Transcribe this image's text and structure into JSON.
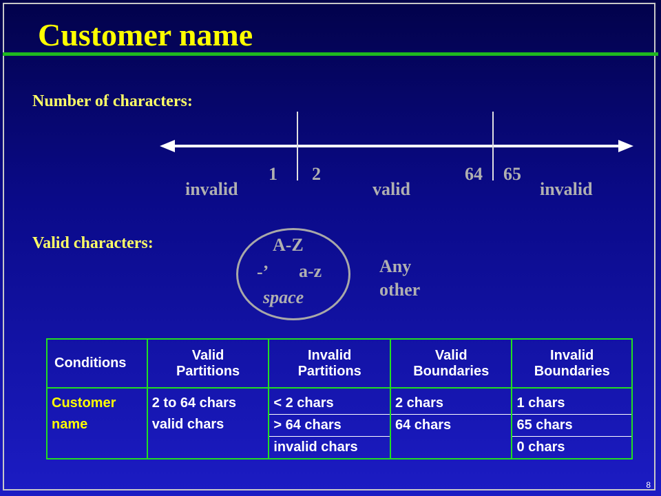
{
  "slide": {
    "title": "Customer name",
    "page_number": "8",
    "colors": {
      "title": "#ffff00",
      "label": "#ffff66",
      "grey_text": "#b0b0b0",
      "table_border": "#22dd22",
      "title_rule": "#1fb81f"
    }
  },
  "number_section": {
    "label": "Number of characters:",
    "ticks": {
      "t1": "1",
      "t2": "2",
      "t64": "64",
      "t65": "65"
    },
    "regions": {
      "left": "invalid",
      "middle": "valid",
      "right": "invalid"
    }
  },
  "valid_chars_section": {
    "label": "Valid characters:",
    "set": {
      "upper": "A-Z",
      "punct": "-’",
      "lower": "a-z",
      "space": "space"
    },
    "other": {
      "line1": "Any",
      "line2": "other"
    }
  },
  "table": {
    "headers": [
      {
        "line1": "Conditions",
        "line2": ""
      },
      {
        "line1": "Valid",
        "line2": "Partitions"
      },
      {
        "line1": "Invalid",
        "line2": "Partitions"
      },
      {
        "line1": "Valid",
        "line2": "Boundaries"
      },
      {
        "line1": "Invalid",
        "line2": "Boundaries"
      }
    ],
    "row": {
      "condition": [
        "Customer",
        "name"
      ],
      "valid_partitions": [
        "2 to 64 chars",
        "valid chars"
      ],
      "invalid_partitions": [
        "< 2 chars",
        "> 64 chars",
        "invalid chars"
      ],
      "valid_boundaries": [
        "2 chars",
        "64 chars"
      ],
      "invalid_boundaries": [
        "1 chars",
        "65 chars",
        "0 chars"
      ]
    }
  }
}
